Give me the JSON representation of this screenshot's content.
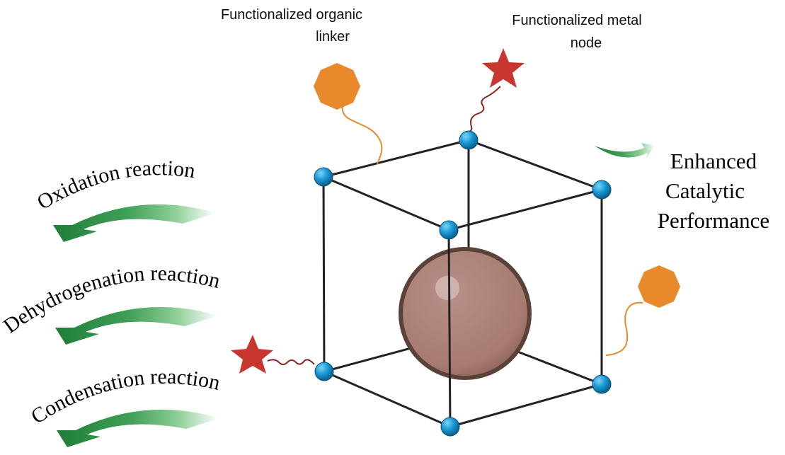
{
  "labels": {
    "organic_linker_line1": "Functionalized organic",
    "organic_linker_line2": "linker",
    "metal_node_line1": "Functionalized metal",
    "metal_node_line2": "node",
    "enhanced_line1": "Enhanced",
    "enhanced_line2": "Catalytic",
    "enhanced_line3": "Performance"
  },
  "reactions": [
    "Oxidation reaction",
    "Dehydrogenation reaction",
    "Condensation reaction"
  ],
  "colors": {
    "node": "#1a9ad6",
    "linker": "#e8892c",
    "star": "#c7372f",
    "sphere": "#a87a70",
    "arrow": "#1e7e3a"
  }
}
